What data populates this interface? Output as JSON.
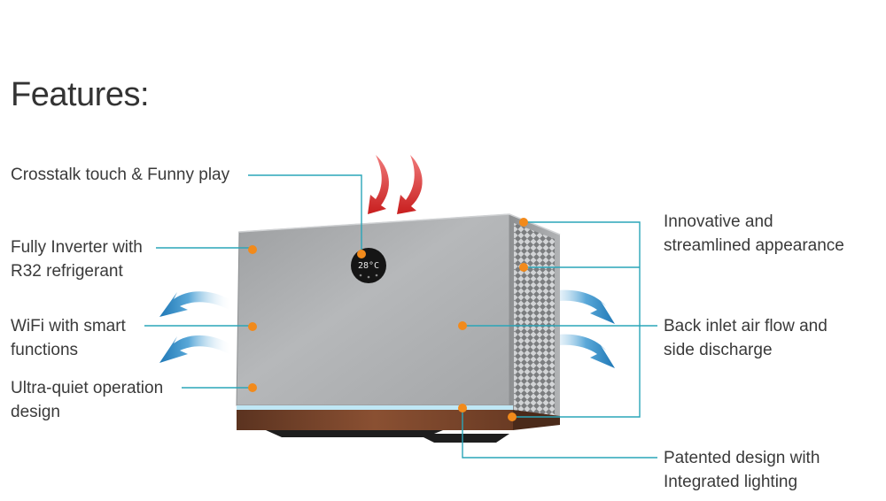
{
  "title": "Features:",
  "features_left": [
    {
      "id": "crosstalk",
      "lines": [
        "Crosstalk touch & Funny play"
      ]
    },
    {
      "id": "inverter",
      "lines": [
        "Fully Inverter with",
        "R32 refrigerant"
      ]
    },
    {
      "id": "wifi",
      "lines": [
        "WiFi with smart",
        "functions"
      ]
    },
    {
      "id": "quiet",
      "lines": [
        "Ultra-quiet operation",
        "design"
      ]
    }
  ],
  "features_right": [
    {
      "id": "appearance",
      "lines": [
        "Innovative and",
        "streamlined appearance"
      ]
    },
    {
      "id": "airflow",
      "lines": [
        "Back inlet air flow and",
        "side discharge"
      ]
    },
    {
      "id": "lighting",
      "lines": [
        "Patented design with",
        "Integrated lighting"
      ]
    }
  ],
  "display": {
    "readout": "28°C"
  },
  "colors": {
    "leader_line": "#2aa5b8",
    "marker": "#f28a1b",
    "hot_arrow": "#d42a2a",
    "air_arrow": "#2a84c0",
    "body_panel": "#a9abad",
    "wood_base": "#7a4529"
  }
}
